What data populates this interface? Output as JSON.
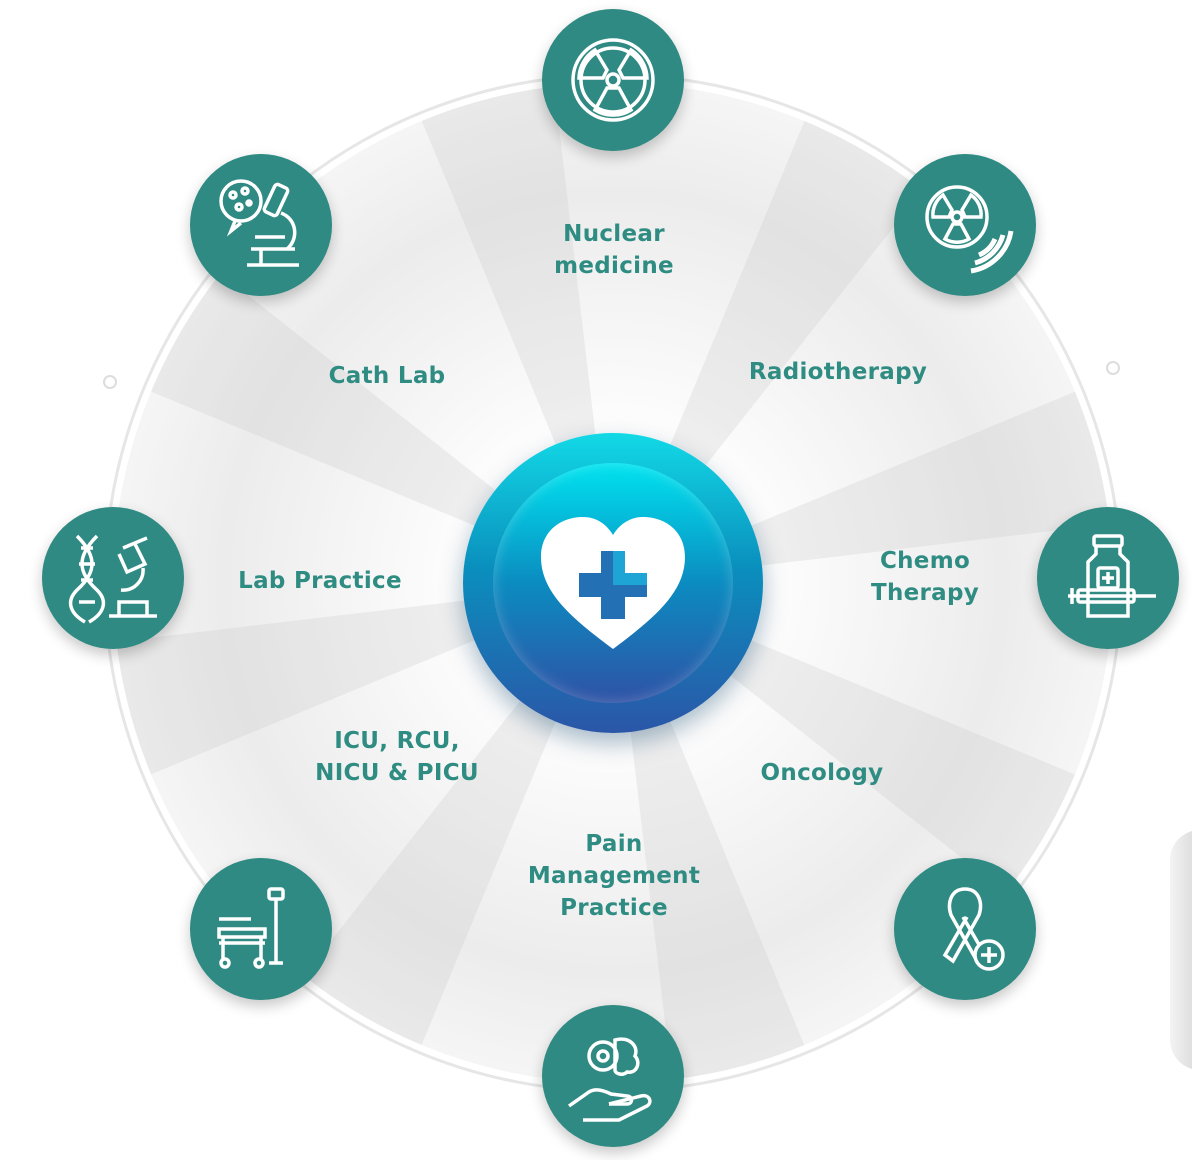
{
  "diagram": {
    "colors": {
      "accent": "#2e8a82",
      "label": "#2f8c82",
      "hub_top": "#12d9e6",
      "hub_bottom": "#2b56a8"
    },
    "center": {
      "icon": "heart-plus-icon"
    },
    "segments": [
      {
        "label": "Nuclear\nmedicine",
        "icon": "radiation-icon"
      },
      {
        "label": "Radiotherapy",
        "icon": "radiation-waves-icon"
      },
      {
        "label": "Chemo\nTherapy",
        "icon": "medicine-bottle-syringe-icon"
      },
      {
        "label": "Oncology",
        "icon": "cancer-ribbon-icon"
      },
      {
        "label": "Pain\nManagement\nPractice",
        "icon": "hand-brain-icon"
      },
      {
        "label": "ICU, RCU,\nNICU & PICU",
        "icon": "hospital-bed-icon"
      },
      {
        "label": "Lab Practice",
        "icon": "dna-microscope-icon"
      },
      {
        "label": "Cath Lab",
        "icon": "microscope-bacteria-icon"
      }
    ]
  }
}
